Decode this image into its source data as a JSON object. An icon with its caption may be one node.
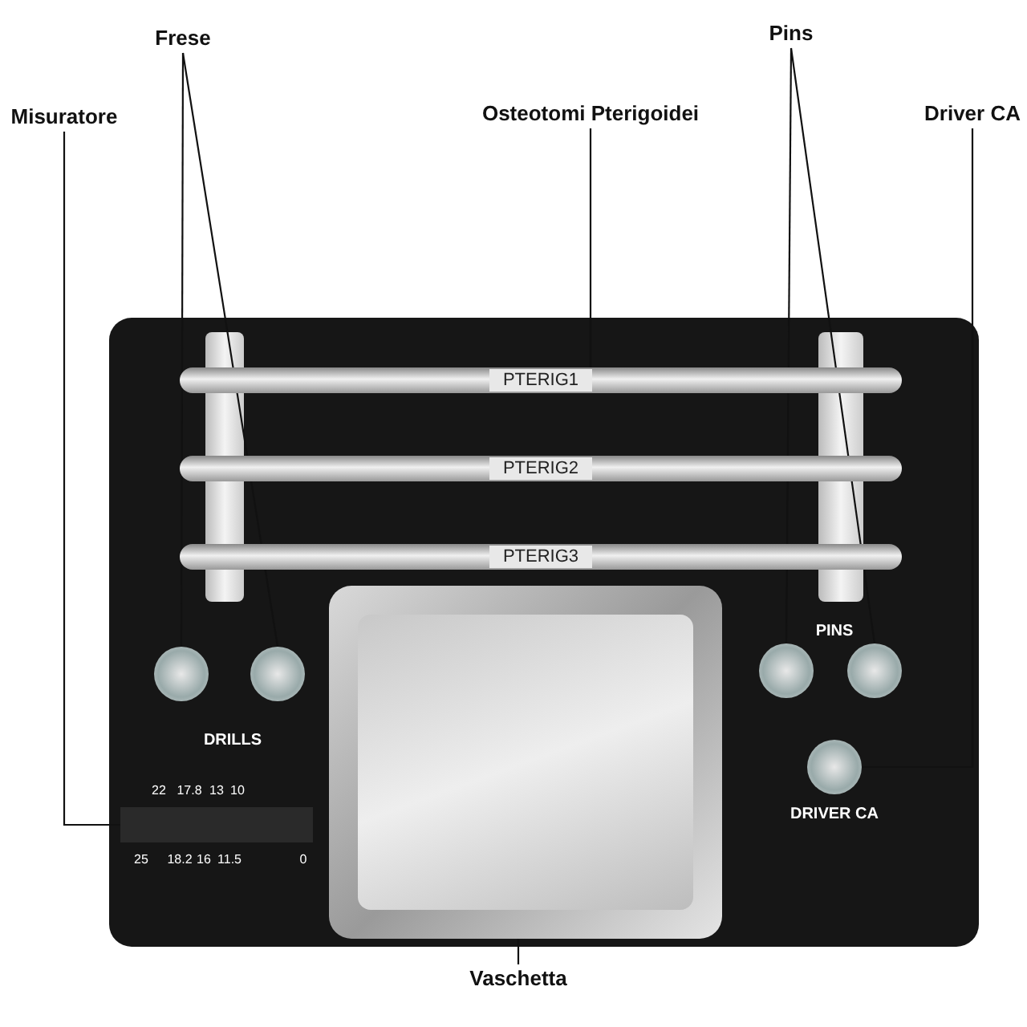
{
  "diagram": {
    "nodes": [
      {
        "text": [
          "Frese"
        ]
      },
      {
        "text": [
          "Misuratore"
        ]
      },
      {
        "text": [
          "Osteotomi Pterigoidei"
        ]
      },
      {
        "text": [
          "Pins"
        ]
      },
      {
        "text": [
          "Driver CA"
        ]
      },
      {
        "text": [
          "Vaschetta"
        ]
      },
      {
        "text": [],
        "shape": "circle"
      },
      {
        "text": [],
        "shape": "circle"
      },
      {
        "text": [
          "PTERIG1"
        ]
      },
      {
        "text": [],
        "shape": "circle"
      },
      {
        "text": [],
        "shape": "circle"
      },
      {
        "text": [],
        "shape": "circle",
        "beside": [
          "DRIVER CA"
        ]
      },
      {
        "text": [],
        "shape": "bar",
        "beside": [
          "22",
          "17.8",
          "13",
          "10",
          "25",
          "18.2",
          "16",
          "11.5",
          "0"
        ]
      },
      {
        "text": [],
        "shape": "box"
      }
    ],
    "edges": [
      {
        "from": 0,
        "to": 6,
        "arrow": "none"
      },
      {
        "from": 0,
        "to": 7,
        "arrow": "none"
      },
      {
        "from": 1,
        "to": 12,
        "arrow": "none"
      },
      {
        "from": 2,
        "to": 8,
        "arrow": "none"
      },
      {
        "from": 3,
        "to": 9,
        "arrow": "none"
      },
      {
        "from": 3,
        "to": 10,
        "arrow": "none"
      },
      {
        "from": 4,
        "to": 11,
        "arrow": "none"
      },
      {
        "from": 5,
        "to": 13,
        "arrow": "none"
      }
    ],
    "labels": [
      "PTERIG2",
      "PTERIG3",
      "PINS",
      "DRILLS"
    ]
  }
}
